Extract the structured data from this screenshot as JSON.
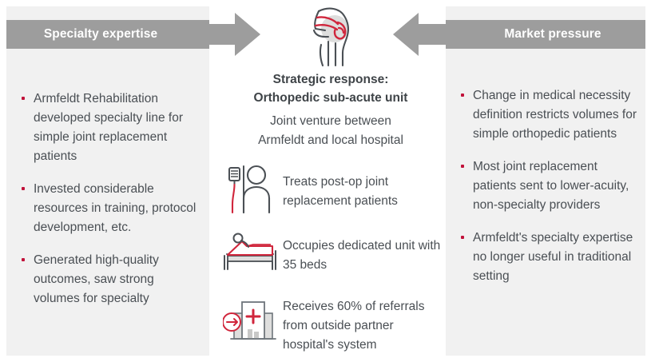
{
  "left_panel": {
    "header": "Specialty expertise",
    "bullets": [
      "Armfeldt Rehabilitation developed specialty line for simple joint replacement patients",
      "Invested considerable resources in training, protocol development, etc.",
      "Generated high-quality outcomes, saw strong volumes for specialty"
    ]
  },
  "right_panel": {
    "header": "Market pressure",
    "bullets": [
      "Change in medical necessity definition restricts volumes for simple orthopedic patients",
      "Most joint replacement patients sent to lower-acuity, non-specialty providers",
      "Armfeldt's specialty expertise no longer useful in traditional setting"
    ]
  },
  "center": {
    "icon": "knee-joint-icon",
    "title_line1": "Strategic response:",
    "title_line2": "Orthopedic sub-acute unit",
    "subtitle_line1": "Joint venture between",
    "subtitle_line2": "Armfeldt and local hospital",
    "features": [
      {
        "icon": "iv-drip-patient-icon",
        "text": "Treats post-op joint replacement patients"
      },
      {
        "icon": "hospital-bed-icon",
        "text": "Occupies dedicated unit with 35 beds"
      },
      {
        "icon": "hospital-building-referral-icon",
        "text": "Receives 60% of referrals from outside partner hospital's system"
      }
    ]
  },
  "arrows": {
    "left": "arrow-right-pointing-icon",
    "right": "arrow-left-pointing-icon"
  },
  "colors": {
    "panel_background": "#f1f1f1",
    "header_bar": "#9d9d9d",
    "header_text": "#ffffff",
    "body_text": "#4a4f54",
    "bullet_marker": "#c1123a",
    "accent_red": "#d0263c",
    "icon_gray": "#585f65",
    "arrow_gray": "#9d9d9d"
  }
}
